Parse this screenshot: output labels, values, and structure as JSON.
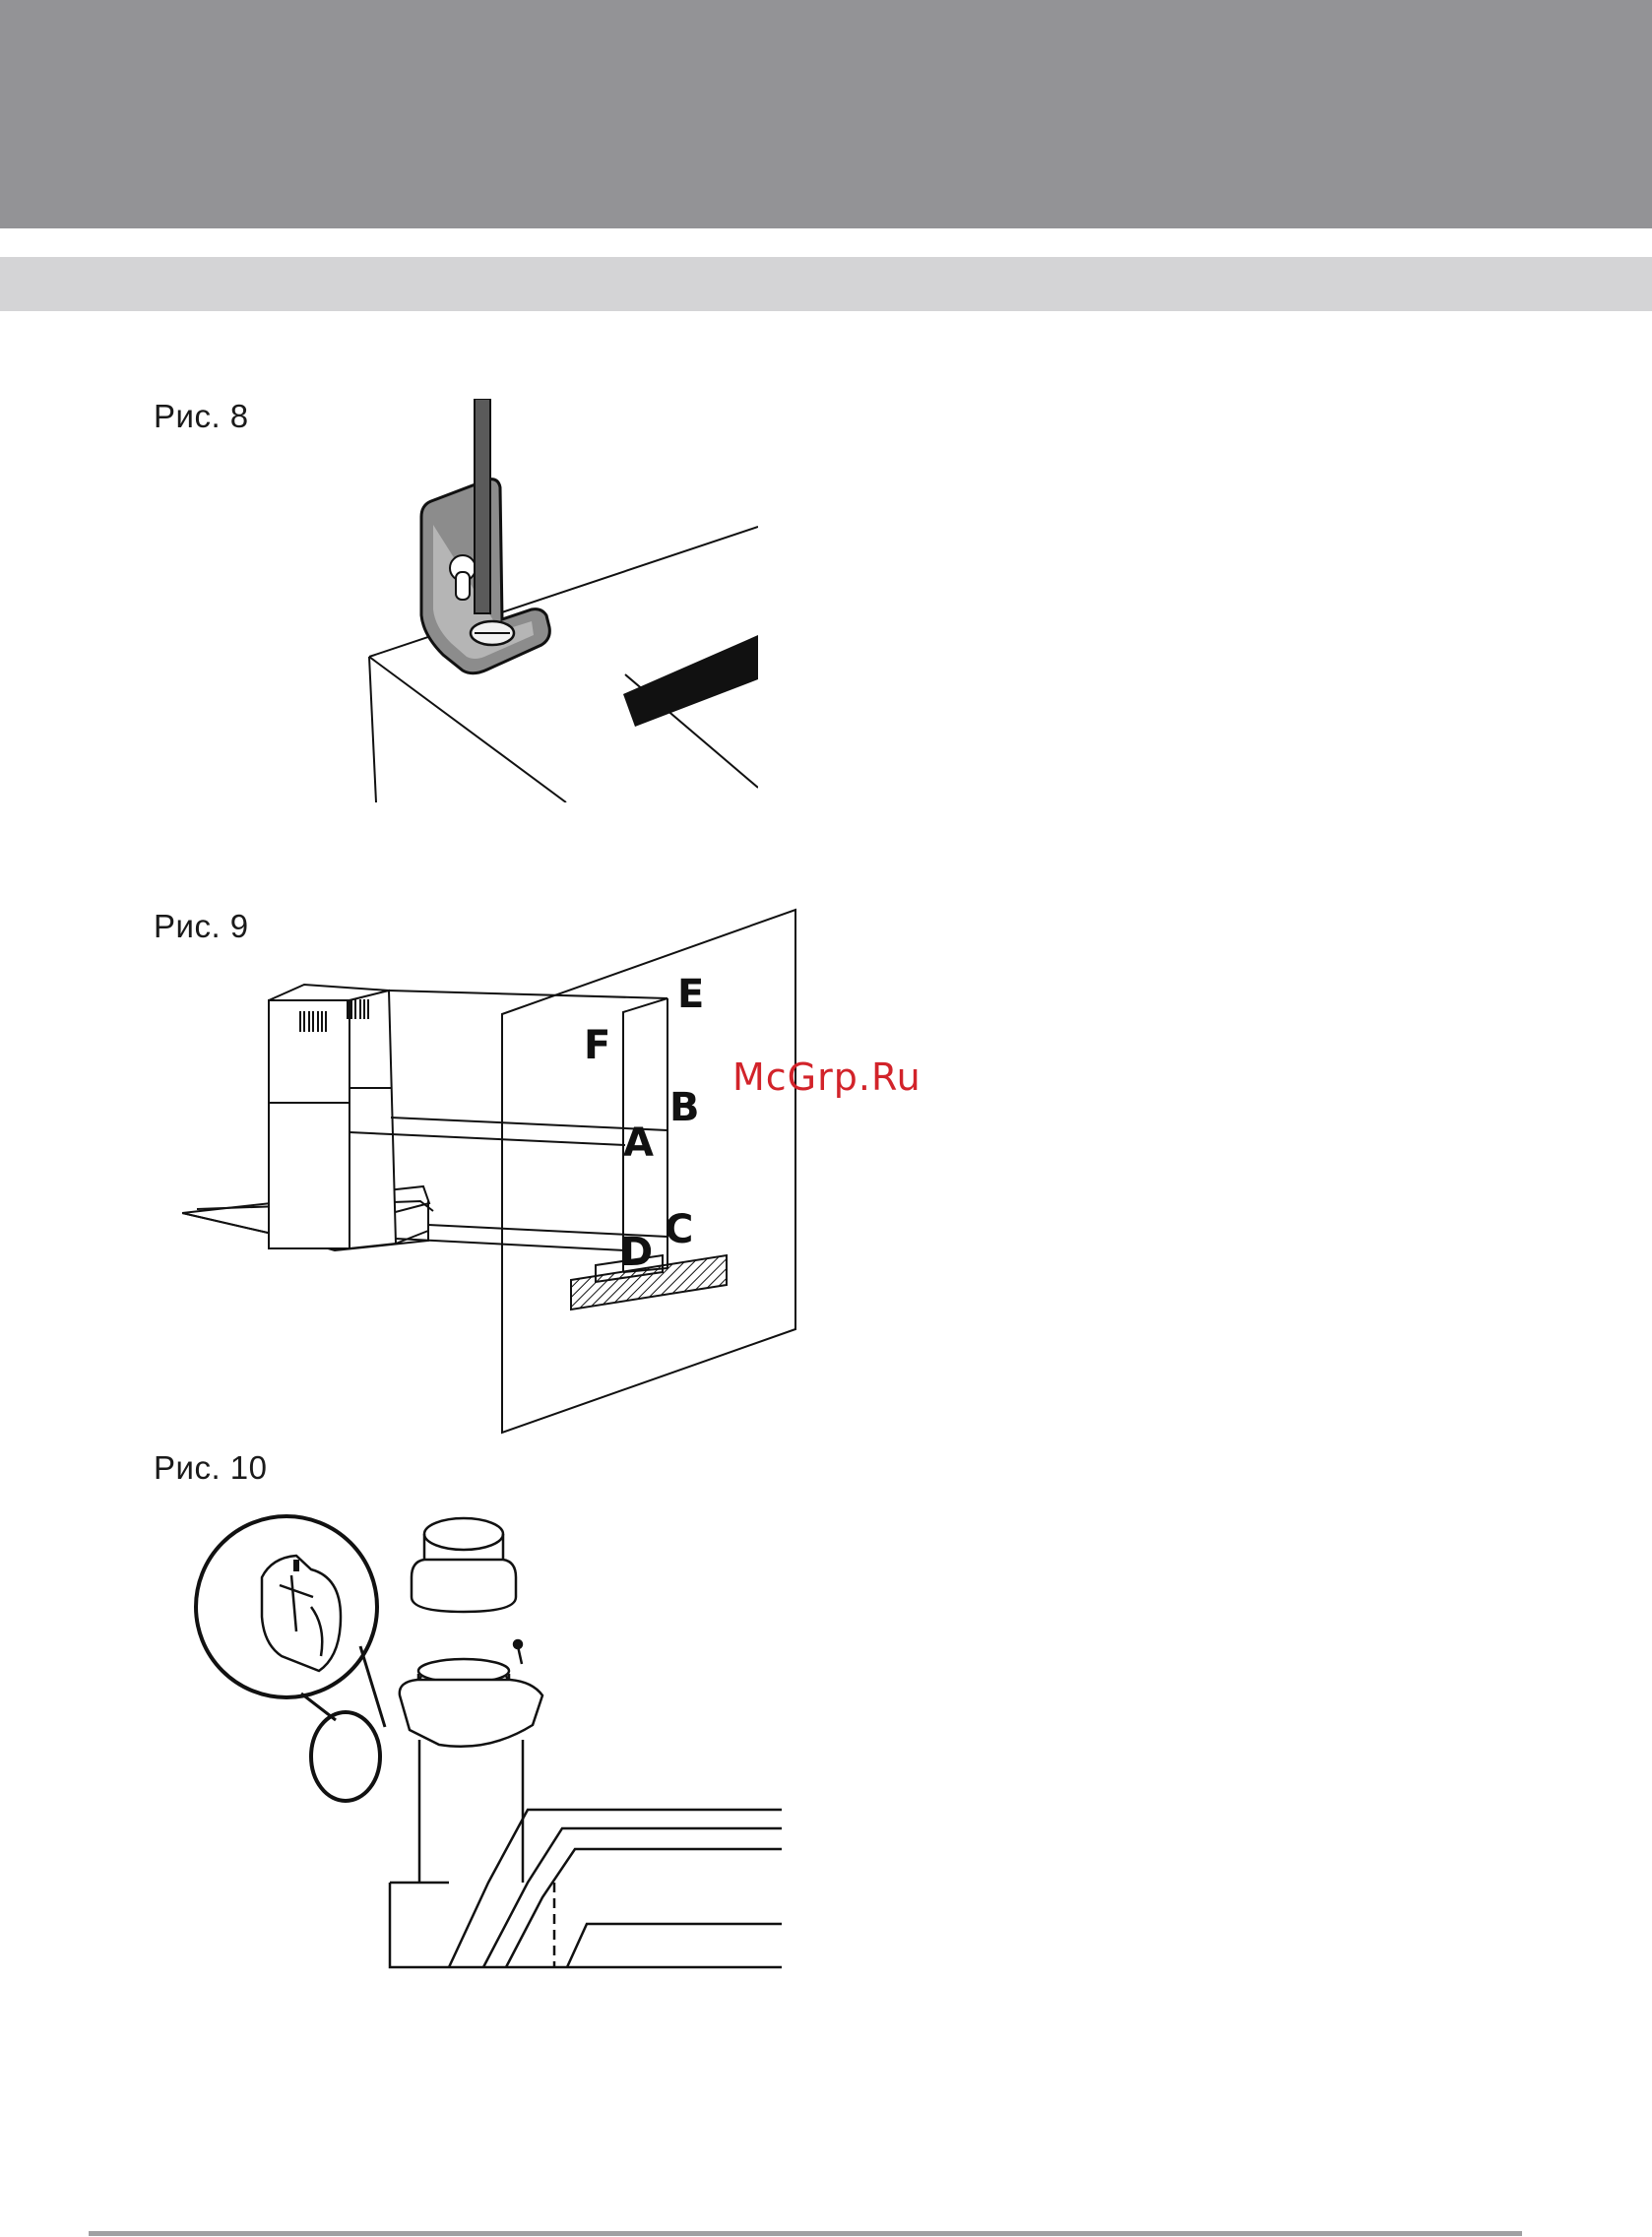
{
  "figures": {
    "fig8": {
      "caption": "Рис. 8"
    },
    "fig9": {
      "caption": "Рис. 9",
      "labels": {
        "a": "A",
        "b": "B",
        "c": "C",
        "d": "D",
        "e": "E",
        "f": "F"
      }
    },
    "fig10": {
      "caption": "Рис. 10"
    }
  },
  "watermark": "McGrp.Ru",
  "colors": {
    "header_band": "#939396",
    "sub_band": "#d4d4d6",
    "watermark": "#d2232a"
  }
}
